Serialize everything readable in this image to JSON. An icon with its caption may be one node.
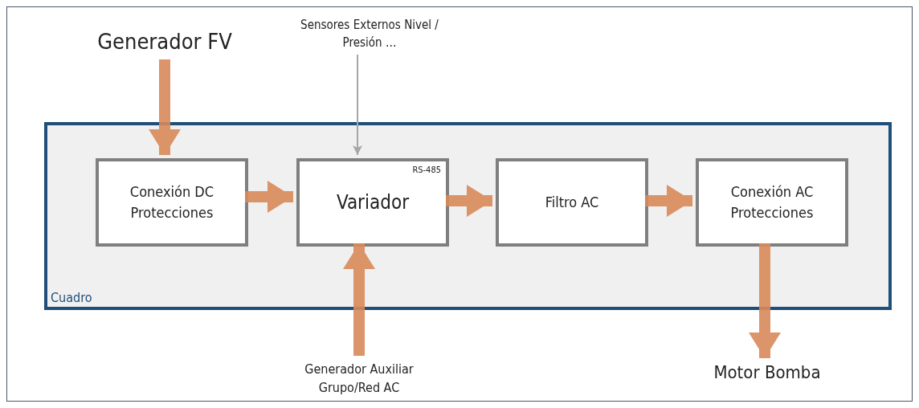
{
  "diagram": {
    "nodes": [
      {
        "text": [
          "Generador FV"
        ]
      },
      {
        "text": [
          "Sensores Externos Nivel / Presión …"
        ]
      },
      {
        "text": [
          "Cuadro"
        ]
      },
      {
        "text": [
          "Conexión DC Protecciones"
        ],
        "in": 2
      },
      {
        "text": [
          "Variador",
          "RS-485"
        ],
        "in": 2
      },
      {
        "text": [
          "Filtro AC"
        ],
        "in": 2
      },
      {
        "text": [
          "Conexión AC Protecciones"
        ],
        "in": 2
      },
      {
        "text": [
          "Generador Auxiliar Grupo/Red AC"
        ]
      },
      {
        "text": [
          "Motor Bomba"
        ]
      }
    ],
    "edges": [
      {
        "from": 0,
        "to": 3,
        "arrow": "to"
      },
      {
        "from": 1,
        "to": 4,
        "arrow": "to",
        "color": "#a6a6a6"
      },
      {
        "from": 3,
        "to": 4,
        "arrow": "to"
      },
      {
        "from": 4,
        "to": 5,
        "arrow": "to"
      },
      {
        "from": 5,
        "to": 6,
        "arrow": "to"
      },
      {
        "from": 7,
        "to": 4,
        "arrow": "to"
      },
      {
        "from": 6,
        "to": 8,
        "arrow": "to"
      }
    ]
  }
}
